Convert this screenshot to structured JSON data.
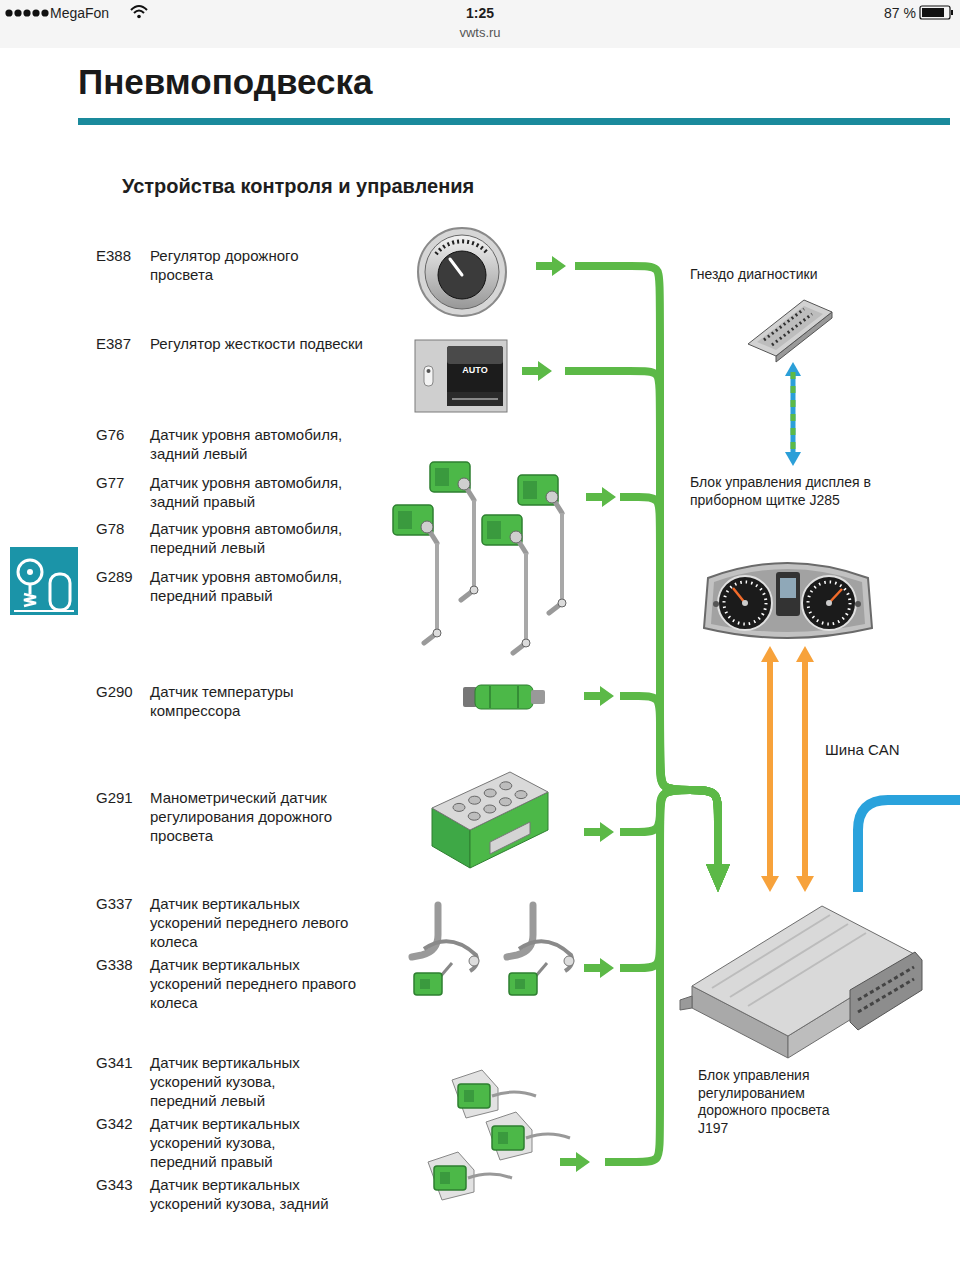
{
  "diagram": {
    "title": "Пневмоподвеска",
    "nodes": [
      {
        "text": [
          "E388",
          "Регулятор дорожного просвета"
        ]
      },
      {
        "text": [
          "E387",
          "Регулятор жесткости подвески"
        ]
      },
      {
        "text": [
          "G76",
          "Датчик уровня автомобиля, задний левый",
          "G77",
          "Датчик уровня автомобиля, задний правый",
          "G78",
          "Датчик уровня автомобиля, передний левый",
          "G289",
          "Датчик уровня автомобиля, передний правый"
        ]
      },
      {
        "text": [
          "G290",
          "Датчик температуры компрессора"
        ]
      },
      {
        "text": [
          "G291",
          "Манометрический датчик регулирования дорожного просвета"
        ]
      },
      {
        "text": [
          "G337",
          "Датчик вертикальных ускорений переднего левого колеса",
          "G338",
          "Датчик вертикальных ускорений переднего правого колеса"
        ]
      },
      {
        "text": [
          "G341",
          "Датчик вертикальных ускорений кузова, передний левый",
          "G342",
          "Датчик вертикальных ускорений кузова, передний правый",
          "G343",
          "Датчик вертикальных ускорений кузова, задний"
        ]
      },
      {
        "text": [
          "Гнездо диагностики"
        ]
      },
      {
        "text": [
          "Блок управления дисплея в приборном щитке J285"
        ]
      },
      {
        "text": [
          "Блок управления регулированием дорожного просвета J197"
        ]
      }
    ],
    "edges": [
      {
        "from": 0,
        "to": 9,
        "arrow": "to"
      },
      {
        "from": 1,
        "to": 9,
        "arrow": "to"
      },
      {
        "from": 2,
        "to": 9,
        "arrow": "to"
      },
      {
        "from": 3,
        "to": 9,
        "arrow": "to"
      },
      {
        "from": 4,
        "to": 9,
        "arrow": "to"
      },
      {
        "from": 5,
        "to": 9,
        "arrow": "to"
      },
      {
        "from": 6,
        "to": 9,
        "arrow": "to"
      },
      {
        "from": 7,
        "to": 8,
        "arrow": "both"
      },
      {
        "from": 8,
        "to": 9,
        "label": "Шина CAN",
        "arrow": "both"
      }
    ],
    "labels": [
      "MegaFon",
      "1:25",
      "vwts.ru",
      "87 %",
      "Устройства контроля и управления",
      "AUTO"
    ]
  }
}
